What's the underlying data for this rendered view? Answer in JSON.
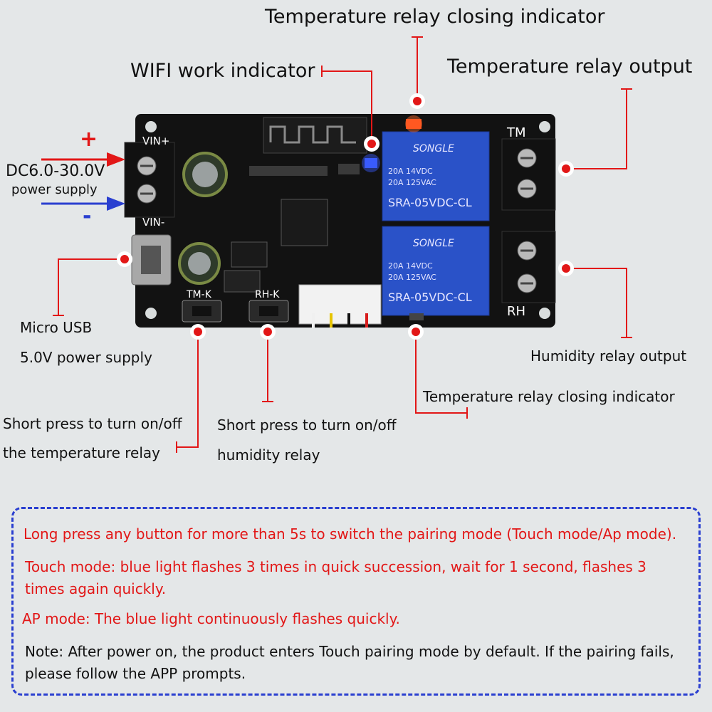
{
  "colors": {
    "background": "#e4e7e8",
    "pointer": "#e21717",
    "note_red": "#e21717",
    "note_border": "#2a3fd0",
    "pcb": "#121212",
    "relay_blue": "#2a52c8"
  },
  "callouts": {
    "temp_indicator_top": "Temperature relay closing indicator",
    "wifi_indicator": "WIFI work indicator",
    "temp_relay_output": "Temperature relay output",
    "dc_supply_1": "DC6.0-30.0V",
    "dc_supply_2": "power supply",
    "plus_sign": "+",
    "minus_sign": "-",
    "micro_usb_1": "Micro USB",
    "micro_usb_2": "5.0V power supply",
    "humidity_relay_output": "Humidity relay output",
    "temp_indicator_bottom": "Temperature relay closing indicator",
    "tm_button_1": "Short press to turn on/off",
    "tm_button_2": "the temperature relay",
    "rh_button_1": "Short press to turn on/off",
    "rh_button_2": "humidity relay"
  },
  "board": {
    "vin_plus": "VIN+",
    "vin_minus": "VIN-",
    "tm_terminal": "TM",
    "rh_terminal": "RH",
    "tm_key": "TM-K",
    "rh_key": "RH-K",
    "relay_top": {
      "brand": "SONGLE",
      "rating_1": "20A 14VDC",
      "rating_2": "20A 125VAC",
      "model": "SRA-05VDC-CL"
    },
    "relay_bottom": {
      "brand": "SONGLE",
      "rating_1": "20A 14VDC",
      "rating_2": "20A 125VAC",
      "model": "SRA-05VDC-CL"
    }
  },
  "notes": [
    {
      "text": "Long press any button for more than 5s to switch the pairing mode (Touch mode/Ap mode).",
      "color": "red"
    },
    {
      "text": "Touch mode: blue light flashes 3 times in quick succession, wait for 1 second, flashes 3 times again quickly.",
      "color": "red"
    },
    {
      "text": "AP mode: The blue light continuously flashes quickly.",
      "color": "red"
    },
    {
      "text": "Note: After power on, the product enters Touch pairing mode by default. If the pairing fails, please follow the APP prompts.",
      "color": "black"
    }
  ]
}
